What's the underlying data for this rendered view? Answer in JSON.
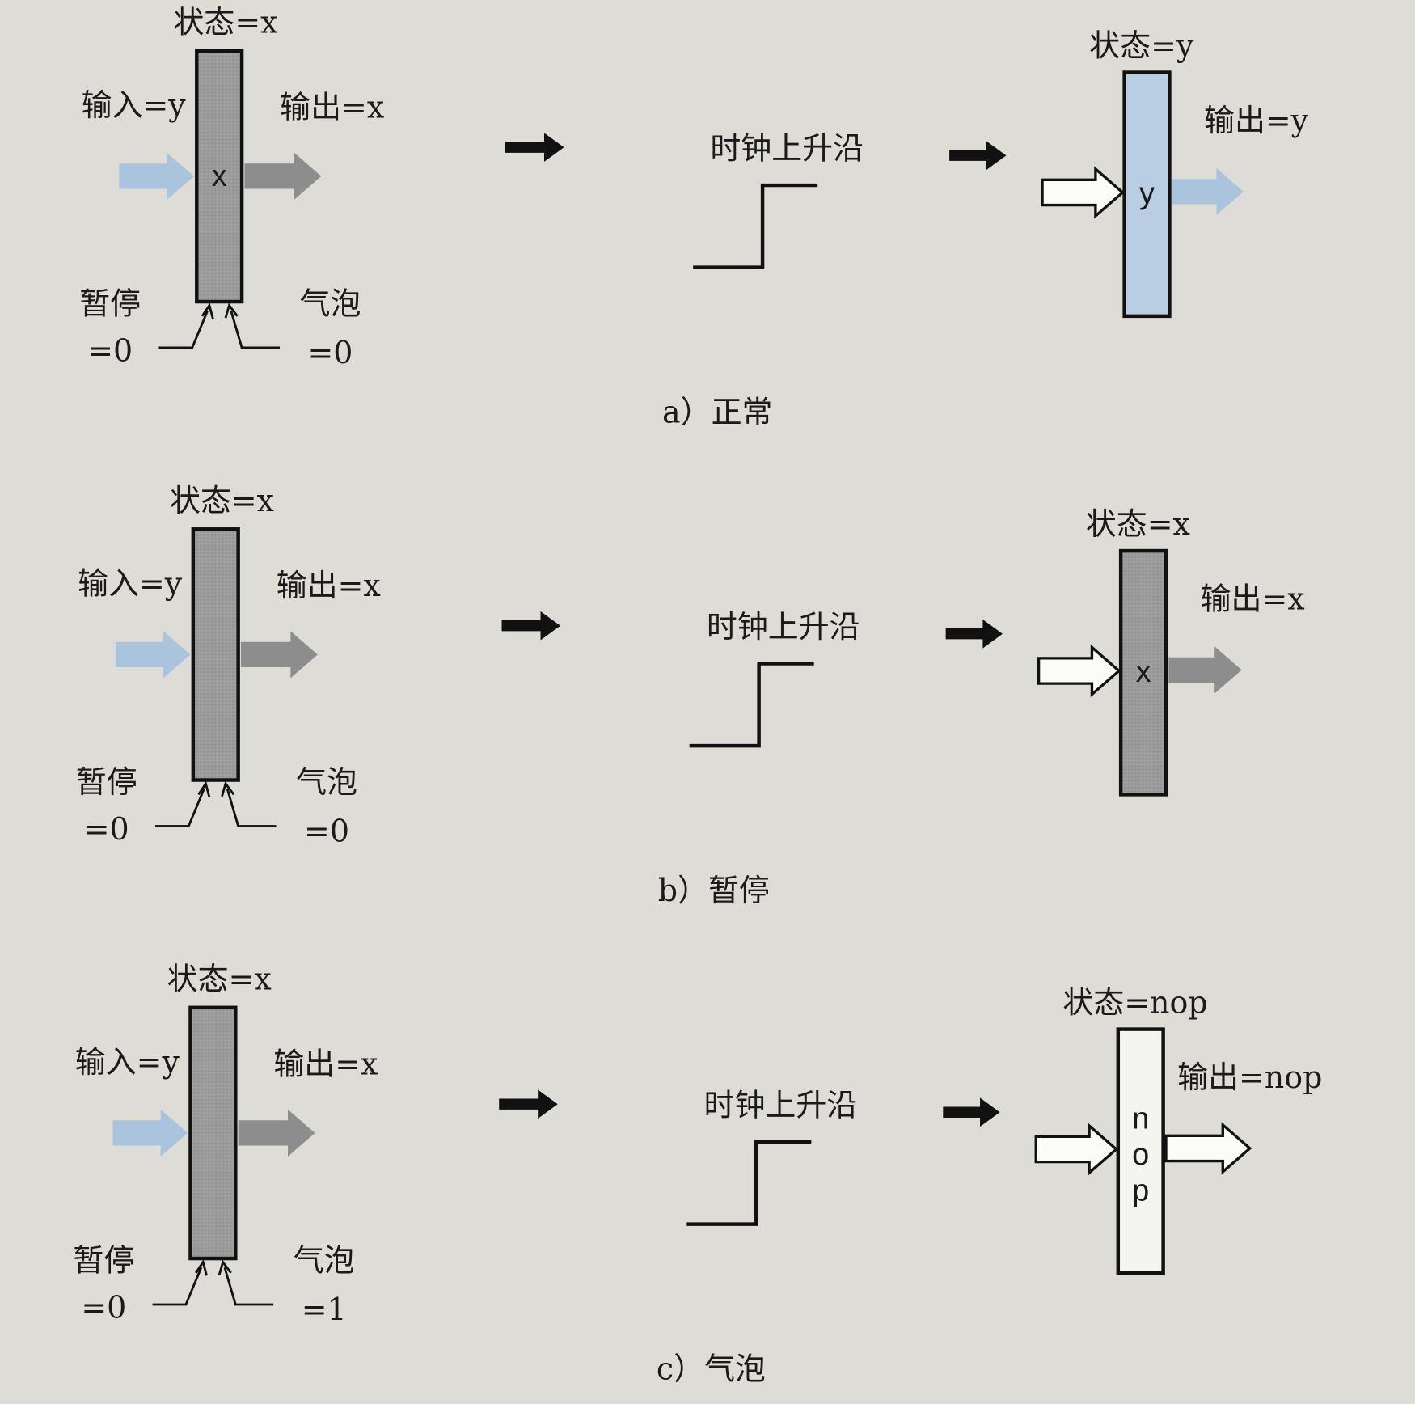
{
  "colors": {
    "background": "#dddcd7",
    "register_gray": "#9b9b9b",
    "register_blue": "#b9cee2",
    "faded_blue_arrow": "#a9c4dc",
    "gray_arrow": "#8d8d8d"
  },
  "clock_label": "时钟上升沿",
  "panels": [
    {
      "caption": "a）正常",
      "left": {
        "state": "状态=x",
        "input": "输入=y",
        "output": "输出=x",
        "content": "x",
        "stall": "暂停",
        "stall_value": "=0",
        "bubble": "气泡",
        "bubble_value": "=0"
      },
      "right": {
        "state": "状态=y",
        "output": "输出=y",
        "content": [
          "y"
        ],
        "style": "blue"
      }
    },
    {
      "caption": "b）暂停",
      "left": {
        "state": "状态=x",
        "input": "输入=y",
        "output": "输出=x",
        "content": "",
        "stall": "暂停",
        "stall_value": "=0",
        "bubble": "气泡",
        "bubble_value": "=0"
      },
      "right": {
        "state": "状态=x",
        "output": "输出=x",
        "content": [
          "x"
        ],
        "style": "gray"
      }
    },
    {
      "caption": "c）气泡",
      "left": {
        "state": "状态=x",
        "input": "输入=y",
        "output": "输出=x",
        "content": "",
        "stall": "暂停",
        "stall_value": "=0",
        "bubble": "气泡",
        "bubble_value": "=1"
      },
      "right": {
        "state": "状态=nop",
        "output": "输出=nop",
        "content": [
          "n",
          "o",
          "p"
        ],
        "style": "white"
      }
    }
  ]
}
